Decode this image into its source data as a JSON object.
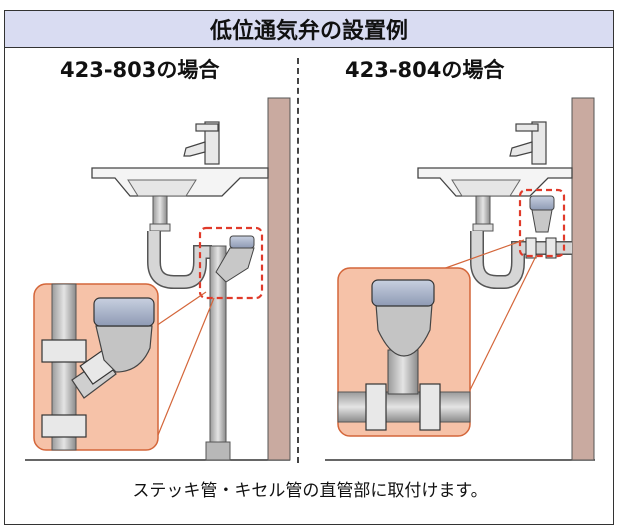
{
  "title": "低位通気弁の設置例",
  "panels": [
    {
      "label": "423-803の場合"
    },
    {
      "label": "423-804の場合"
    }
  ],
  "caption": "ステッキ管・キセル管の直管部に取付けます。",
  "colors": {
    "title_bg": "#d9dcf2",
    "wall": "#c9aaa0",
    "callout_bg": "#f6c2a8",
    "callout_border": "#d4663a",
    "highlight_dash": "#e03a2a",
    "pipe": "#d0d0d0",
    "cap": "#a8b4c8"
  },
  "icons": [
    "faucet-icon",
    "sink-icon",
    "vent-valve-icon",
    "pipe-icon",
    "wall-icon",
    "zoom-callout-icon"
  ]
}
